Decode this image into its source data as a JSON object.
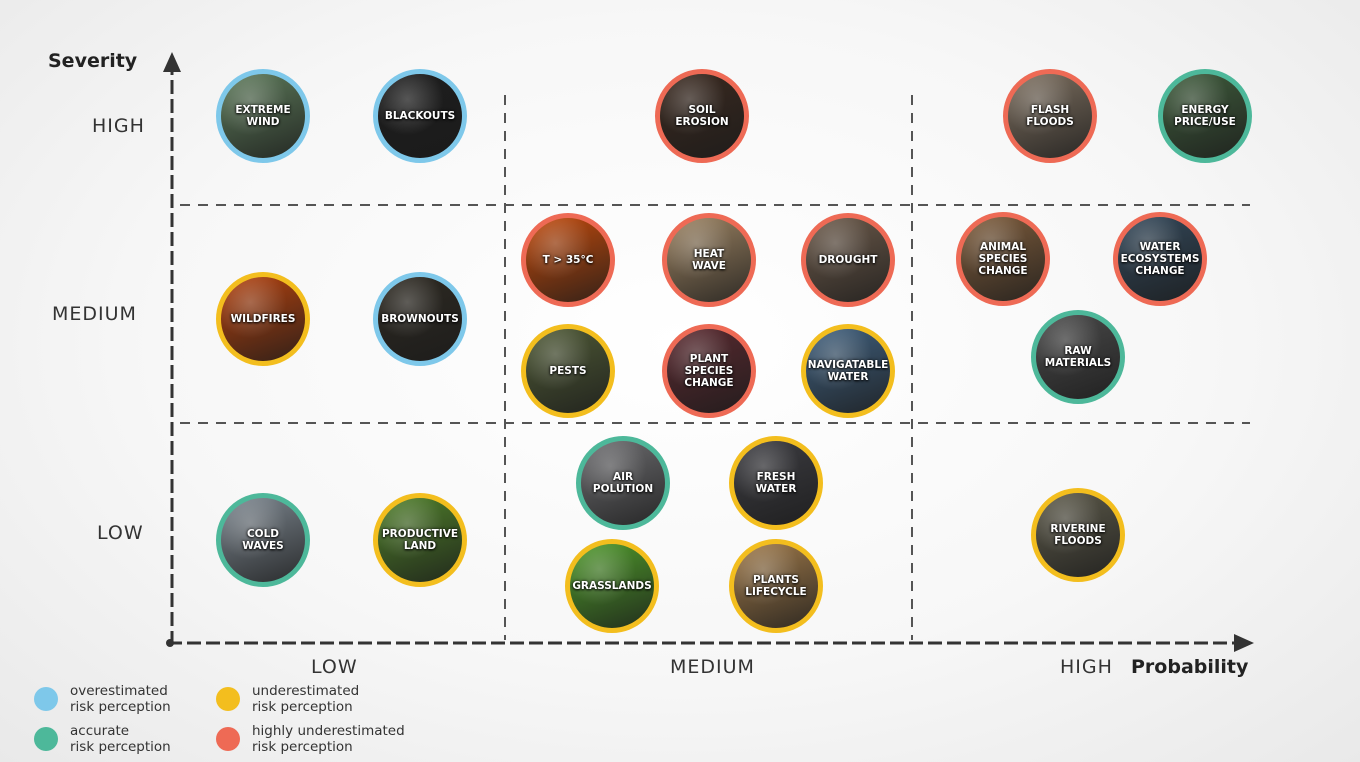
{
  "axes": {
    "y_title": "Severity",
    "x_title": "Probability"
  },
  "severity_levels": [
    "HIGH",
    "MEDIUM",
    "LOW"
  ],
  "probability_levels": [
    "LOW",
    "MEDIUM",
    "HIGH"
  ],
  "colors": {
    "overestimated": "#7EC8EA",
    "accurate": "#4DB89A",
    "underestimated": "#F3BE1E",
    "highly_underestimated": "#EE6A55"
  },
  "risks": [
    {
      "label": "EXTREME\nWIND",
      "perception": "overestimated",
      "severity": "HIGH",
      "probability": "LOW",
      "fill": "#5d7a5a"
    },
    {
      "label": "BLACKOUTS",
      "perception": "overestimated",
      "severity": "HIGH",
      "probability": "LOW",
      "fill": "#1e1e1e"
    },
    {
      "label": "SOIL\nEROSION",
      "perception": "highly_underestimated",
      "severity": "HIGH",
      "probability": "MEDIUM",
      "fill": "#3b2a20"
    },
    {
      "label": "FLASH\nFLOODS",
      "perception": "highly_underestimated",
      "severity": "HIGH",
      "probability": "HIGH",
      "fill": "#7e7060"
    },
    {
      "label": "ENERGY\nPRICE/USE",
      "perception": "accurate",
      "severity": "HIGH",
      "probability": "HIGH",
      "fill": "#3f5c3c"
    },
    {
      "label": "WILDFIRES",
      "perception": "underestimated",
      "severity": "MEDIUM",
      "probability": "LOW",
      "fill": "#b3420f"
    },
    {
      "label": "BROWNOUTS",
      "perception": "overestimated",
      "severity": "MEDIUM",
      "probability": "LOW",
      "fill": "#2e2a22"
    },
    {
      "label": "t > 35°C",
      "perception": "highly_underestimated",
      "severity": "MEDIUM",
      "probability": "MEDIUM",
      "fill": "#c14a0c"
    },
    {
      "label": "HEAT\nWAVE",
      "perception": "highly_underestimated",
      "severity": "MEDIUM",
      "probability": "MEDIUM",
      "fill": "#9c8362"
    },
    {
      "label": "DROUGHT",
      "perception": "highly_underestimated",
      "severity": "MEDIUM",
      "probability": "MEDIUM",
      "fill": "#6c5a4a"
    },
    {
      "label": "ANIMAL\nSPECIES\nCHANGE",
      "perception": "highly_underestimated",
      "severity": "MEDIUM",
      "probability": "HIGH",
      "fill": "#7f5d3c"
    },
    {
      "label": "WATER\nECOSYSTEMS\nCHANGE",
      "perception": "highly_underestimated",
      "severity": "MEDIUM",
      "probability": "HIGH",
      "fill": "#33485a"
    },
    {
      "label": "PESTS",
      "perception": "underestimated",
      "severity": "MEDIUM",
      "probability": "MEDIUM",
      "fill": "#4f5a36"
    },
    {
      "label": "PLANT\nSPECIES\nCHANGE",
      "perception": "highly_underestimated",
      "severity": "MEDIUM",
      "probability": "MEDIUM",
      "fill": "#5a2a30"
    },
    {
      "label": "NAVIGATABLE\nWATER",
      "perception": "underestimated",
      "severity": "MEDIUM",
      "probability": "MEDIUM",
      "fill": "#40607e"
    },
    {
      "label": "RAW\nMATERIALS",
      "perception": "accurate",
      "severity": "MEDIUM",
      "probability": "HIGH",
      "fill": "#4a4a4a"
    },
    {
      "label": "COLD\nWAVES",
      "perception": "accurate",
      "severity": "LOW",
      "probability": "LOW",
      "fill": "#7d8790"
    },
    {
      "label": "PRODUCTIVE\nLAND",
      "perception": "underestimated",
      "severity": "LOW",
      "probability": "LOW",
      "fill": "#4f7f2a"
    },
    {
      "label": "AIR\nPOLUTION",
      "perception": "accurate",
      "severity": "LOW",
      "probability": "MEDIUM",
      "fill": "#6d6d70"
    },
    {
      "label": "FRESH\nWATER",
      "perception": "underestimated",
      "severity": "LOW",
      "probability": "MEDIUM",
      "fill": "#3d3d42"
    },
    {
      "label": "GRASSLANDS",
      "perception": "underestimated",
      "severity": "LOW",
      "probability": "MEDIUM",
      "fill": "#4f9a2b"
    },
    {
      "label": "PLANTS\nLIFECYCLE",
      "perception": "underestimated",
      "severity": "LOW",
      "probability": "MEDIUM",
      "fill": "#a07a4a"
    },
    {
      "label": "RIVERINE\nFLOODS",
      "perception": "underestimated",
      "severity": "LOW",
      "probability": "HIGH",
      "fill": "#5d5a4a"
    }
  ],
  "legend": [
    {
      "key": "overestimated",
      "text": "overestimated\nrisk perception"
    },
    {
      "key": "underestimated",
      "text": "underestimated\nrisk perception"
    },
    {
      "key": "accurate",
      "text": "accurate\nrisk perception"
    },
    {
      "key": "highly_underestimated",
      "text": "highly underestimated\nrisk perception"
    }
  ]
}
